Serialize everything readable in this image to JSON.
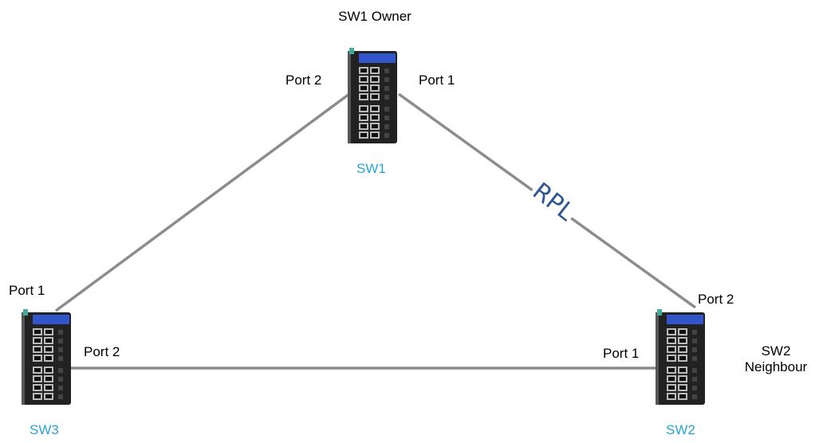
{
  "colors": {
    "link": "#8c8c8c",
    "switch_name": "#2aa3d8",
    "rpl_text": "#2f5597",
    "switch_body": "#222222",
    "switch_screen": "#3355cc"
  },
  "switches": {
    "sw1": {
      "name": "SW1",
      "role_label": "SW1 Owner",
      "port_left": "Port 2",
      "port_right": "Port 1"
    },
    "sw2": {
      "name": "SW2",
      "role_label_line1": "SW2",
      "role_label_line2": "Neighbour",
      "port_top": "Port 2",
      "port_left": "Port 1"
    },
    "sw3": {
      "name": "SW3",
      "port_top": "Port 1",
      "port_right": "Port 2"
    }
  },
  "links": {
    "rpl_label": "RPL"
  }
}
